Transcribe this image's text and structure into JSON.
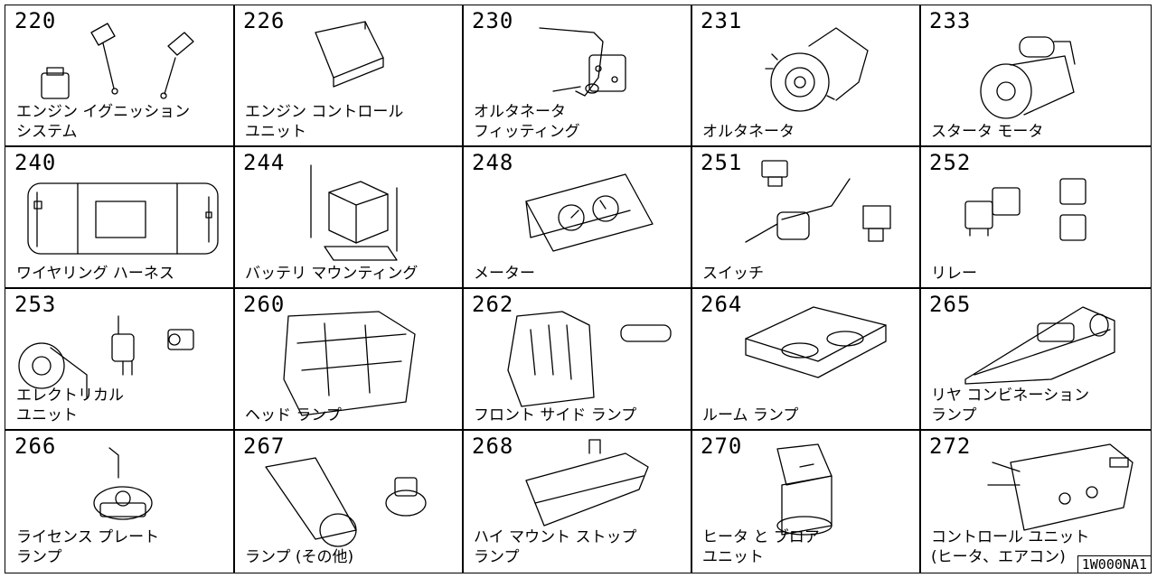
{
  "catalog_code": "1W000NA1",
  "cells": [
    {
      "number": "220",
      "line1": "エンジン イグニッション",
      "line2": "システム",
      "icon": "ignition-system-icon"
    },
    {
      "number": "226",
      "line1": "エンジン コントロール",
      "line2": "ユニット",
      "icon": "ecu-icon"
    },
    {
      "number": "230",
      "line1": "オルタネータ",
      "line2": "フィッティング",
      "icon": "bracket-icon"
    },
    {
      "number": "231",
      "line1": "",
      "line2": "オルタネータ",
      "icon": "alternator-icon"
    },
    {
      "number": "233",
      "line1": "",
      "line2": "スタータ モータ",
      "icon": "starter-motor-icon"
    },
    {
      "number": "240",
      "line1": "",
      "line2": "ワイヤリング ハーネス",
      "icon": "wiring-harness-icon"
    },
    {
      "number": "244",
      "line1": "",
      "line2": "バッテリ マウンティング",
      "icon": "battery-icon"
    },
    {
      "number": "248",
      "line1": "",
      "line2": "メーター",
      "icon": "meter-icon"
    },
    {
      "number": "251",
      "line1": "",
      "line2": "スイッチ",
      "icon": "switch-icon"
    },
    {
      "number": "252",
      "line1": "",
      "line2": "リレー",
      "icon": "relay-icon"
    },
    {
      "number": "253",
      "line1": "エレクトリカル",
      "line2": "ユニット",
      "icon": "horn-icon"
    },
    {
      "number": "260",
      "line1": "",
      "line2": "ヘッド ランプ",
      "icon": "headlamp-icon"
    },
    {
      "number": "262",
      "line1": "",
      "line2": "フロント サイド ランプ",
      "icon": "side-lamp-icon"
    },
    {
      "number": "264",
      "line1": "",
      "line2": "ルーム ランプ",
      "icon": "room-lamp-icon"
    },
    {
      "number": "265",
      "line1": "リヤ コンビネーション",
      "line2": "ランプ",
      "icon": "rear-lamp-icon"
    },
    {
      "number": "266",
      "line1": "ライセンス プレート",
      "line2": "ランプ",
      "icon": "license-lamp-icon"
    },
    {
      "number": "267",
      "line1": "",
      "line2": "ランプ (その他)",
      "icon": "bulb-icon"
    },
    {
      "number": "268",
      "line1": "ハイ マウント ストップ",
      "line2": "ランプ",
      "icon": "stop-lamp-icon"
    },
    {
      "number": "270",
      "line1": "ヒータ と ブロア",
      "line2": "ユニット",
      "icon": "blower-icon"
    },
    {
      "number": "272",
      "line1": "コントロール ユニット",
      "line2": "(ヒータ、エアコン)",
      "icon": "climate-control-icon"
    }
  ]
}
